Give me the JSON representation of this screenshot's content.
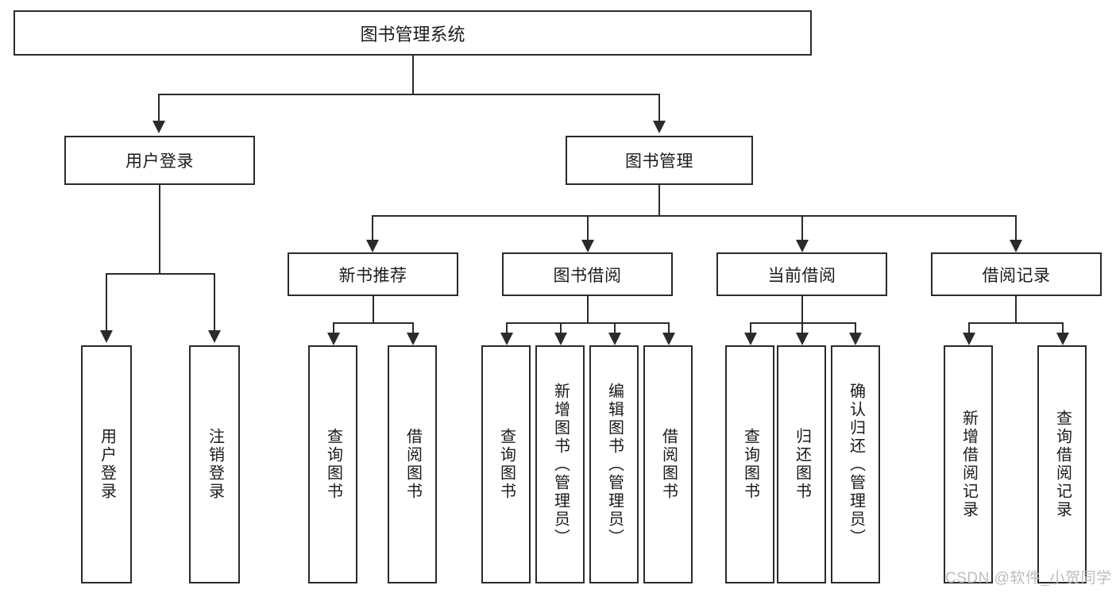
{
  "diagram": {
    "title": "图书管理系统",
    "type": "hierarchy-tree",
    "root": {
      "id": "root",
      "label": "图书管理系统"
    },
    "level2": [
      {
        "id": "user-login",
        "label": "用户登录"
      },
      {
        "id": "book-management",
        "label": "图书管理"
      }
    ],
    "level3": [
      {
        "id": "new-book-recommend",
        "label": "新书推荐"
      },
      {
        "id": "book-borrow",
        "label": "图书借阅"
      },
      {
        "id": "current-borrow",
        "label": "当前借阅"
      },
      {
        "id": "borrow-record",
        "label": "借阅记录"
      }
    ],
    "leaves": {
      "user_login": [
        {
          "id": "leaf-user-login",
          "label": "用户登录"
        },
        {
          "id": "leaf-logout-login",
          "label": "注销登录"
        }
      ],
      "new_book_recommend": [
        {
          "id": "leaf-query-book-1",
          "label": "查询图书"
        },
        {
          "id": "leaf-borrow-book-1",
          "label": "借阅图书"
        }
      ],
      "book_borrow": [
        {
          "id": "leaf-query-book-2",
          "label": "查询图书"
        },
        {
          "id": "leaf-add-book",
          "label": "新增图书（管理员）"
        },
        {
          "id": "leaf-edit-book",
          "label": "编辑图书（管理员）"
        },
        {
          "id": "leaf-borrow-book-2",
          "label": "借阅图书"
        }
      ],
      "current_borrow": [
        {
          "id": "leaf-query-book-3",
          "label": "查询图书"
        },
        {
          "id": "leaf-return-book",
          "label": "归还图书"
        },
        {
          "id": "leaf-confirm-return",
          "label": "确认归还（管理员）"
        }
      ],
      "borrow_record": [
        {
          "id": "leaf-add-record",
          "label": "新增借阅记录"
        },
        {
          "id": "leaf-query-record",
          "label": "查询借阅记录"
        }
      ]
    }
  },
  "watermark": {
    "text": "CSDN @软件_小贺同学"
  },
  "colors": {
    "stroke": "#2b2b2b",
    "background": "#ffffff",
    "text": "#1b1b1b",
    "watermark": "#bdbdbd"
  }
}
